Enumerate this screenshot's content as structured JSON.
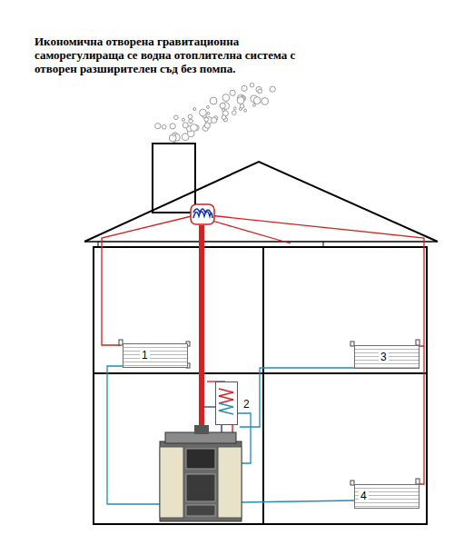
{
  "diagram": {
    "title": "Икономична отворена гравитационна саморегулираща се водна отоплителна система с отворен разширителен съд без помпа.",
    "nodes": [
      {
        "text": [
          "1"
        ]
      },
      {
        "text": [
          "3"
        ]
      },
      {
        "text": [
          "2"
        ]
      },
      {
        "text": [
          "4"
        ]
      }
    ]
  }
}
